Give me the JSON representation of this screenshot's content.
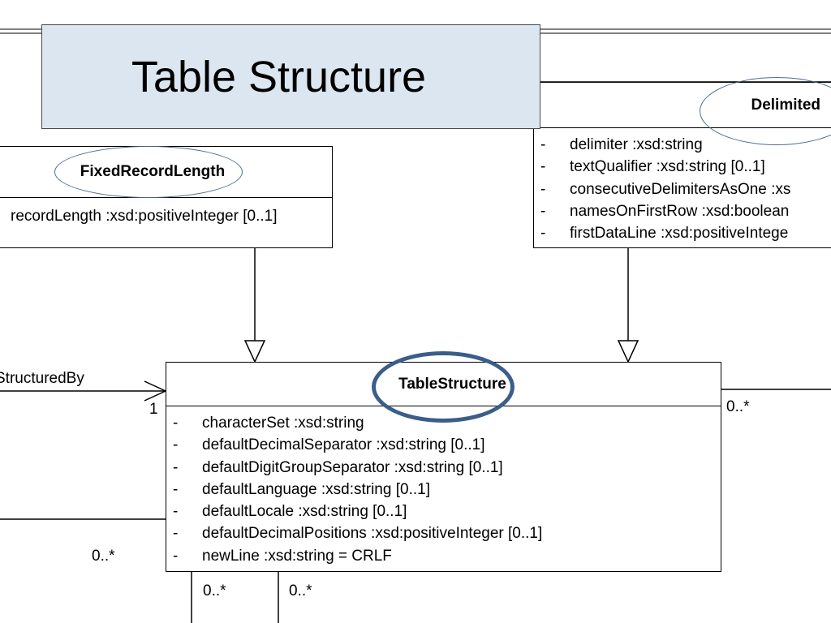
{
  "slide": {
    "title": "Table Structure"
  },
  "classes": {
    "fixed_record_length": {
      "name": "FixedRecordLength",
      "attributes": [
        "recordLength  :xsd:positiveInteger [0..1]"
      ]
    },
    "delimited": {
      "name": "Delimited",
      "attributes": [
        {
          "dash": "-",
          "text": "delimiter  :xsd:string"
        },
        {
          "dash": "-",
          "text": "textQualifier  :xsd:string [0..1]"
        },
        {
          "dash": "-",
          "text": "consecutiveDelimitersAsOne   :xs"
        },
        {
          "dash": "-",
          "text": "namesOnFirstRow  :xsd:boolean"
        },
        {
          "dash": "-",
          "text": "firstDataLine  :xsd:positiveIntege"
        }
      ]
    },
    "table_structure": {
      "name": "TableStructure",
      "attributes": [
        {
          "dash": "-",
          "text": "characterSet  :xsd:string"
        },
        {
          "dash": "-",
          "text": "defaultDecimalSeparator  :xsd:string [0..1]"
        },
        {
          "dash": "-",
          "text": "defaultDigitGroupSeparator  :xsd:string [0..1]"
        },
        {
          "dash": "-",
          "text": "defaultLanguage  :xsd:string [0..1]"
        },
        {
          "dash": "-",
          "text": "defaultLocale  :xsd:string [0..1]"
        },
        {
          "dash": "-",
          "text": "defaultDecimalPositions  :xsd:positiveInteger [0..1]"
        },
        {
          "dash": "-",
          "text": "newLine  :xsd:string = CRLF"
        }
      ]
    }
  },
  "labels": {
    "structured_by": "StructuredBy",
    "mult_1": "1",
    "mult_right": "0..*",
    "mult_left": "0..*",
    "mult_bottom_1": "0..*",
    "mult_bottom_2": "0..*"
  },
  "colors": {
    "title_fill": "#dce6f1",
    "oval_thin": "#4f6d8f",
    "oval_thick": "#3b5d8a"
  }
}
